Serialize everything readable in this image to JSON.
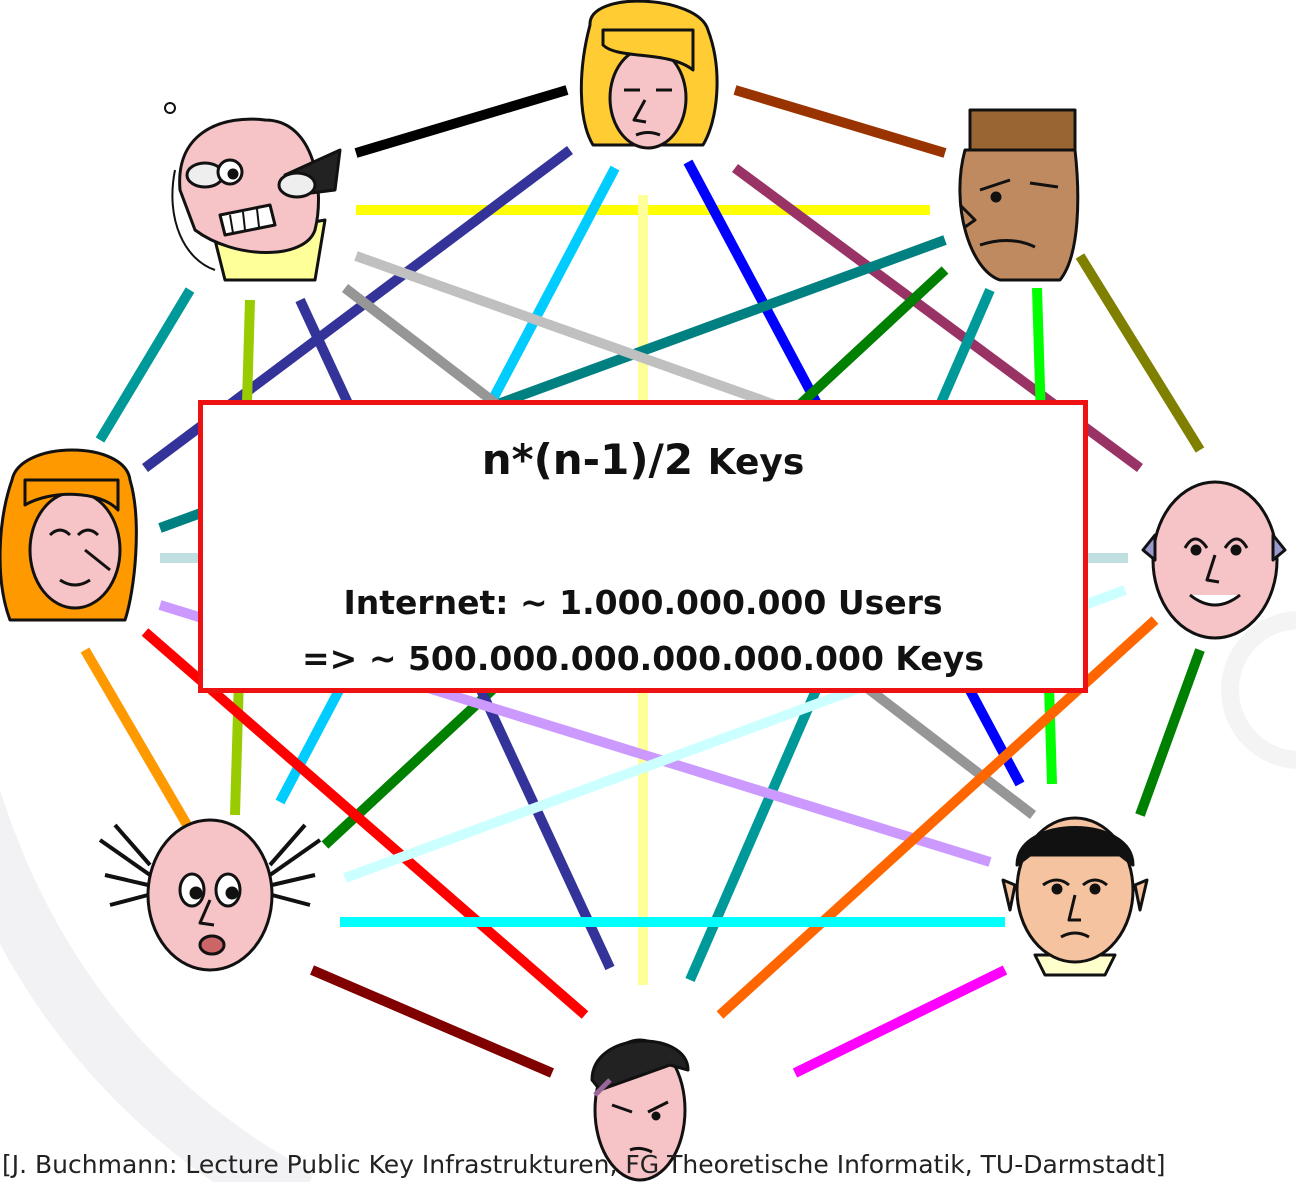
{
  "box": {
    "formula": "n*(n-1)/2",
    "formula_unit": "Keys",
    "line1": "Internet: ~ 1.000.000.000 Users",
    "line2": "=> ~ 500.000.000.000.000.000 Keys"
  },
  "citation": "[J. Buchmann: Lecture Public Key Infrastrukturen, FG Theoretische Informatik, TU-Darmstadt]",
  "colors": {
    "box_border": "#ee1111",
    "skin": "#f6c3c6",
    "outline": "#111111"
  },
  "people": [
    {
      "icon": "blonde-woman-face-icon"
    },
    {
      "icon": "brown-man-face-icon"
    },
    {
      "icon": "bald-man-face-icon"
    },
    {
      "icon": "sad-man-face-icon"
    },
    {
      "icon": "dark-hair-man-face-icon"
    },
    {
      "icon": "spiky-hair-man-face-icon"
    },
    {
      "icon": "red-hair-woman-face-icon"
    },
    {
      "icon": "angry-old-man-face-icon"
    }
  ]
}
